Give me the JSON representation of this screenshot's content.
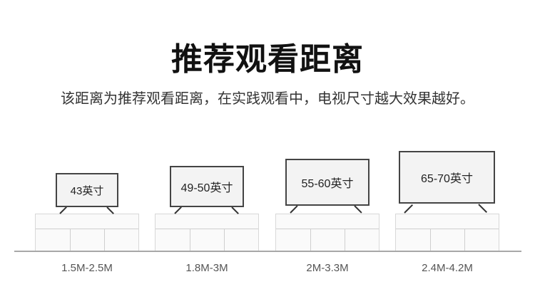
{
  "header": {
    "title": "推荐观看距离",
    "subtitle": "该距离为推荐观看距离，在实践观看中，电视尺寸越大效果越好。"
  },
  "colors": {
    "title": "#111111",
    "tv_border": "#444444",
    "tv_screen": "#f3f3f3",
    "cabinet_border": "#d8d8d8",
    "floor": "#a8a8a8",
    "distance_text": "#555555"
  },
  "units": [
    {
      "size_label": "43英寸",
      "distance": "1.5M-2.5M"
    },
    {
      "size_label": "49-50英寸",
      "distance": "1.8M-3M"
    },
    {
      "size_label": "55-60英寸",
      "distance": "2M-3.3M"
    },
    {
      "size_label": "65-70英寸",
      "distance": "2.4M-4.2M"
    }
  ]
}
